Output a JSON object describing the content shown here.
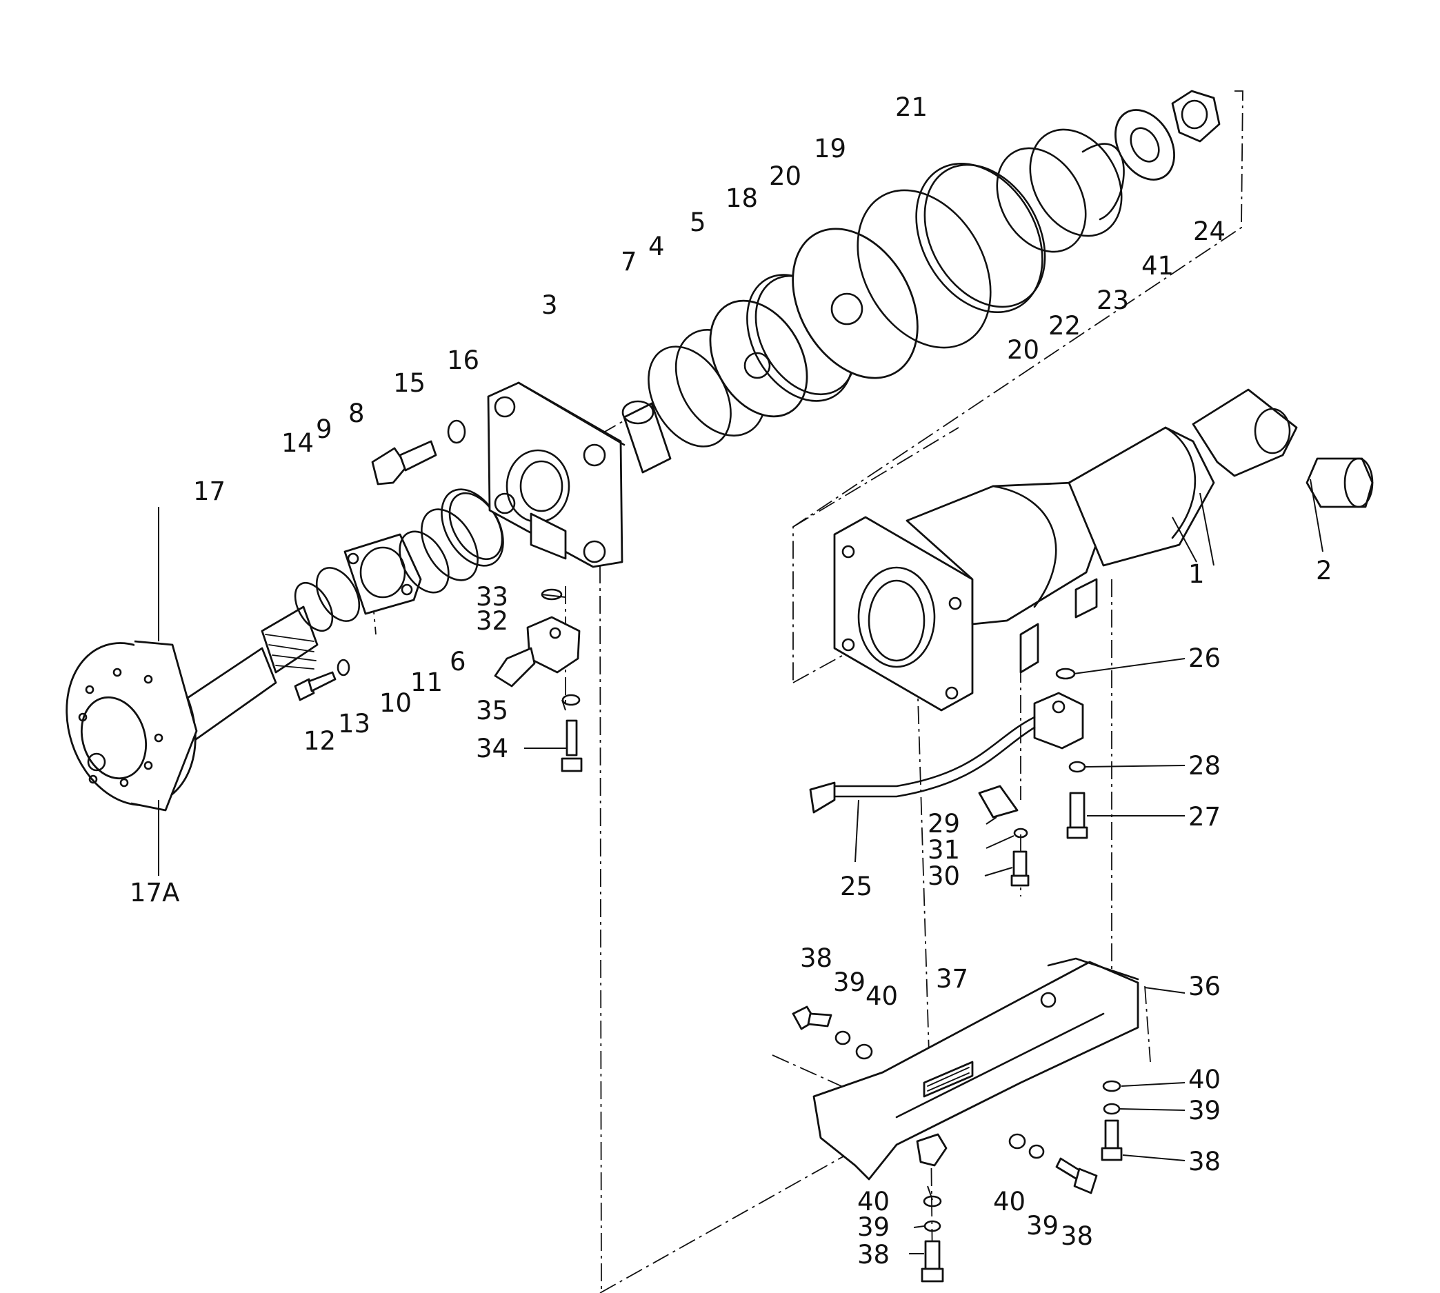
{
  "callouts": [
    {
      "id": "1",
      "text": "1"
    },
    {
      "id": "2",
      "text": "2"
    },
    {
      "id": "3",
      "text": "3"
    },
    {
      "id": "4",
      "text": "4"
    },
    {
      "id": "5",
      "text": "5"
    },
    {
      "id": "6",
      "text": "6"
    },
    {
      "id": "7",
      "text": "7"
    },
    {
      "id": "8",
      "text": "8"
    },
    {
      "id": "9",
      "text": "9"
    },
    {
      "id": "10",
      "text": "10"
    },
    {
      "id": "11",
      "text": "11"
    },
    {
      "id": "12",
      "text": "12"
    },
    {
      "id": "13",
      "text": "13"
    },
    {
      "id": "14",
      "text": "14"
    },
    {
      "id": "15",
      "text": "15"
    },
    {
      "id": "16",
      "text": "16"
    },
    {
      "id": "17",
      "text": "17"
    },
    {
      "id": "17A",
      "text": "17A"
    },
    {
      "id": "18",
      "text": "18"
    },
    {
      "id": "19",
      "text": "19"
    },
    {
      "id": "20a",
      "text": "20"
    },
    {
      "id": "20b",
      "text": "20"
    },
    {
      "id": "21",
      "text": "21"
    },
    {
      "id": "22",
      "text": "22"
    },
    {
      "id": "23",
      "text": "23"
    },
    {
      "id": "24",
      "text": "24"
    },
    {
      "id": "25",
      "text": "25"
    },
    {
      "id": "26",
      "text": "26"
    },
    {
      "id": "27",
      "text": "27"
    },
    {
      "id": "28",
      "text": "28"
    },
    {
      "id": "29",
      "text": "29"
    },
    {
      "id": "30",
      "text": "30"
    },
    {
      "id": "31",
      "text": "31"
    },
    {
      "id": "32",
      "text": "32"
    },
    {
      "id": "33",
      "text": "33"
    },
    {
      "id": "34",
      "text": "34"
    },
    {
      "id": "35",
      "text": "35"
    },
    {
      "id": "36",
      "text": "36"
    },
    {
      "id": "37",
      "text": "37"
    },
    {
      "id": "38a",
      "text": "38"
    },
    {
      "id": "38b",
      "text": "38"
    },
    {
      "id": "38c",
      "text": "38"
    },
    {
      "id": "38d",
      "text": "38"
    },
    {
      "id": "39a",
      "text": "39"
    },
    {
      "id": "39b",
      "text": "39"
    },
    {
      "id": "39c",
      "text": "39"
    },
    {
      "id": "39d",
      "text": "39"
    },
    {
      "id": "40a",
      "text": "40"
    },
    {
      "id": "40b",
      "text": "40"
    },
    {
      "id": "40c",
      "text": "40"
    },
    {
      "id": "40d",
      "text": "40"
    },
    {
      "id": "41",
      "text": "41"
    }
  ],
  "colors": {
    "ink": "#111111",
    "paper": "#ffffff"
  }
}
